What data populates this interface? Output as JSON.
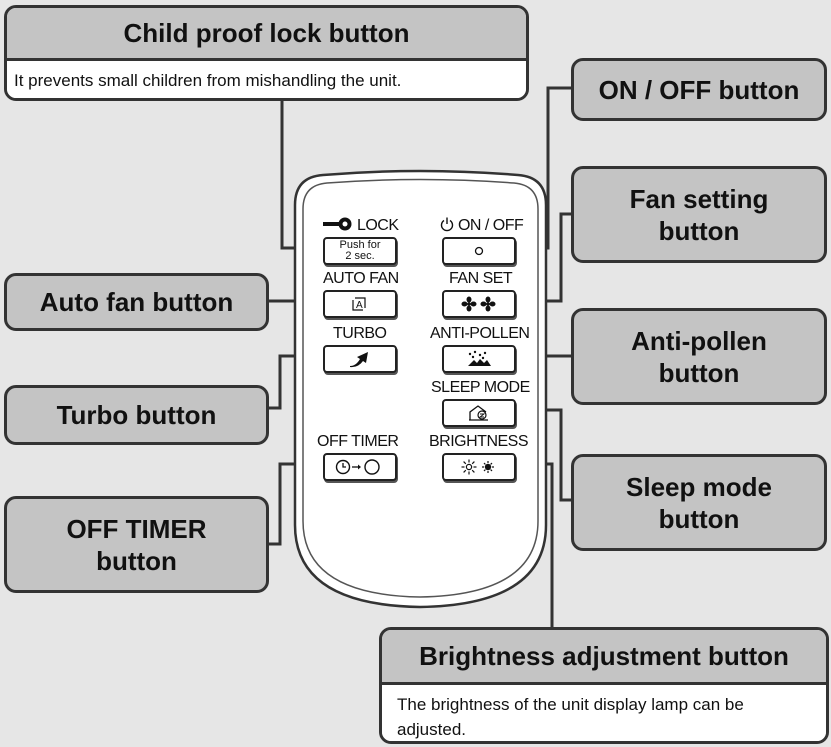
{
  "callouts": {
    "child_lock": {
      "title": "Child proof lock button",
      "desc": "It prevents small children from mishandling the unit."
    },
    "on_off": "ON / OFF button",
    "fan_setting": "Fan setting button",
    "auto_fan": "Auto fan button",
    "anti_pollen": "Anti-pollen button",
    "turbo": "Turbo button",
    "sleep_mode": "Sleep mode button",
    "off_timer": "OFF TIMER button",
    "brightness": {
      "title": "Brightness adjustment button",
      "desc": "The brightness of the unit display lamp can be adjusted."
    }
  },
  "remote": {
    "lock_label": "LOCK",
    "lock_button_text": "Push for 2 sec.",
    "on_off_label": "ON / OFF",
    "auto_fan_label": "AUTO FAN",
    "fan_set_label": "FAN SET",
    "turbo_label": "TURBO",
    "anti_pollen_label": "ANTI-POLLEN",
    "sleep_mode_label": "SLEEP MODE",
    "off_timer_label": "OFF TIMER",
    "brightness_label": "BRIGHTNESS"
  },
  "icons": [
    "key-icon",
    "power-icon",
    "auto-a-icon",
    "fan-icon",
    "turbo-arrow-icon",
    "pollen-icon",
    "house-sleep-icon",
    "clock-icon",
    "sun-icon"
  ]
}
